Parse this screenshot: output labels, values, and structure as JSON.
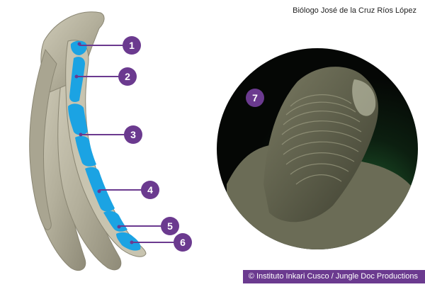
{
  "credit_top": "Biólogo José de la Cruz Ríos López",
  "copyright": "© Instituto Inkari Cusco / Jungle Doc Productions",
  "markers": [
    "1",
    "2",
    "3",
    "4",
    "5",
    "6",
    "7"
  ],
  "colors": {
    "marker": "#6b3a8f",
    "highlight": "#1ba3e3",
    "fossil": "#b5b19d",
    "photo_bg": "#0a0d0a",
    "copyright_bg": "#6b3a8f"
  }
}
